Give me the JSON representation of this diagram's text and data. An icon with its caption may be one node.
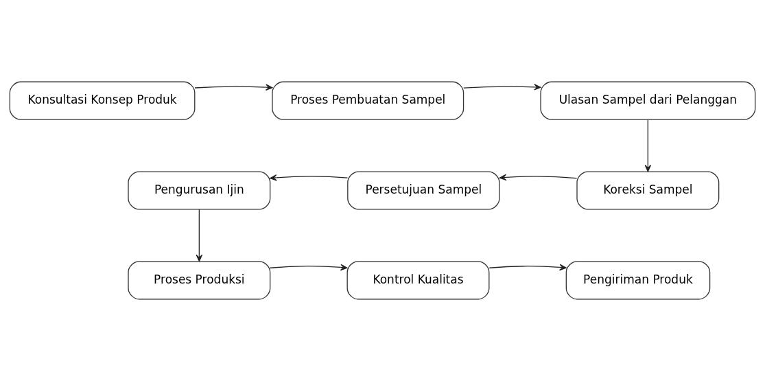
{
  "diagram": {
    "nodes": [
      {
        "text": [
          "Konsultasi Konsep Produk"
        ]
      },
      {
        "text": [
          "Proses Pembuatan Sampel"
        ]
      },
      {
        "text": [
          "Ulasan Sampel dari Pelanggan"
        ]
      },
      {
        "text": [
          "Pengurusan Ijin"
        ]
      },
      {
        "text": [
          "Persetujuan Sampel"
        ]
      },
      {
        "text": [
          "Koreksi Sampel"
        ]
      },
      {
        "text": [
          "Proses Produksi"
        ]
      },
      {
        "text": [
          "Kontrol Kualitas"
        ]
      },
      {
        "text": [
          "Pengiriman Produk"
        ]
      }
    ],
    "edges": [
      {
        "from": 0,
        "to": 1,
        "arrow": "to"
      },
      {
        "from": 1,
        "to": 2,
        "arrow": "to"
      },
      {
        "from": 2,
        "to": 5,
        "arrow": "to"
      },
      {
        "from": 5,
        "to": 4,
        "arrow": "to"
      },
      {
        "from": 4,
        "to": 3,
        "arrow": "to"
      },
      {
        "from": 3,
        "to": 6,
        "arrow": "to"
      },
      {
        "from": 6,
        "to": 7,
        "arrow": "to"
      },
      {
        "from": 7,
        "to": 8,
        "arrow": "to"
      }
    ]
  }
}
